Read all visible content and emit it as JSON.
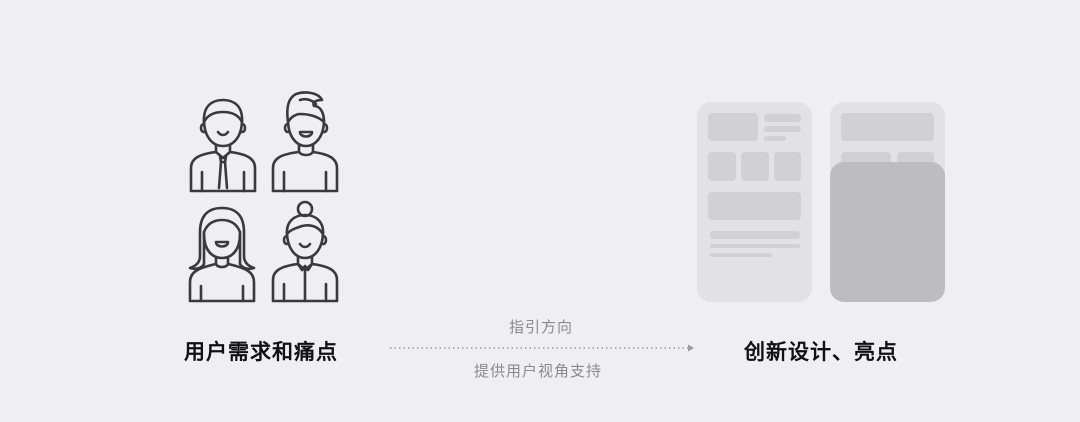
{
  "left_label": "用户需求和痛点",
  "right_label": "创新设计、亮点",
  "arrow_caption_top": "指引方向",
  "arrow_caption_bottom": "提供用户视角支持",
  "icons": {
    "user_1": "man-with-tie-icon",
    "user_2": "man-with-quiff-icon",
    "user_3": "woman-long-hair-icon",
    "user_4": "woman-bun-icon"
  },
  "colors": {
    "background": "#efeff1",
    "icon_stroke": "#3a3a3a",
    "phone_bg": "#e2e2e4",
    "block": "#d1d1d3",
    "highlight_card": "#bdbdbf",
    "label_text": "#111111",
    "caption_text": "#8a8a8a",
    "arrow": "#9a9a9a"
  }
}
